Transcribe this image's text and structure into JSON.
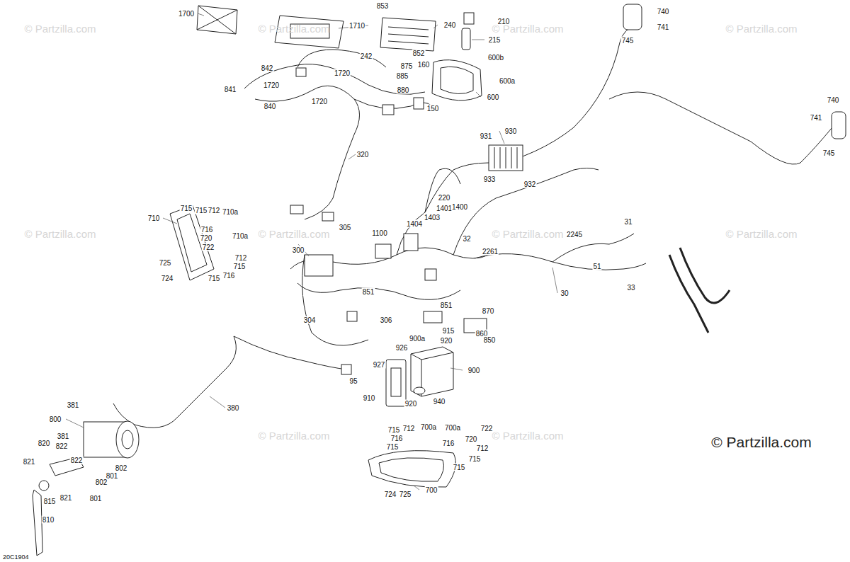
{
  "diagram": {
    "labels": [
      "1700",
      "853",
      "210",
      "740",
      "1710",
      "240",
      "741",
      "745",
      "215",
      "852",
      "600b",
      "242",
      "842",
      "875",
      "160",
      "1720",
      "885",
      "600a",
      "841",
      "1720",
      "880",
      "1720",
      "600",
      "840",
      "150",
      "740",
      "931",
      "930",
      "741",
      "745",
      "320",
      "933",
      "932",
      "220",
      "1401",
      "1400",
      "715",
      "715",
      "712",
      "710a",
      "710",
      "716",
      "1403",
      "1404",
      "305",
      "31",
      "2245",
      "720",
      "710a",
      "1100",
      "32",
      "722",
      "2261",
      "300",
      "712",
      "725",
      "715",
      "51",
      "33",
      "716",
      "724",
      "715",
      "30",
      "851",
      "851",
      "870",
      "304",
      "306",
      "915",
      "860",
      "900a",
      "920",
      "850",
      "926",
      "900",
      "927",
      "95",
      "910",
      "920",
      "940",
      "380",
      "381",
      "800",
      "381",
      "715",
      "712",
      "700a",
      "700a",
      "722",
      "716",
      "720",
      "820",
      "822",
      "715",
      "716",
      "712",
      "715",
      "822",
      "821",
      "802",
      "801",
      "715",
      "802",
      "700",
      "724",
      "725",
      "801",
      "821",
      "815",
      "810",
      "20C1904",
      "© Partzilla.com",
      "© Partzilla.com",
      "© Partzilla.com",
      "© Partzilla.com",
      "© Partzilla.com",
      "© Partzilla.com",
      "© Partzilla.com",
      "© Partzilla.com",
      "© Partzilla.com",
      "© Partzilla.com",
      "© Partzilla.com"
    ]
  }
}
